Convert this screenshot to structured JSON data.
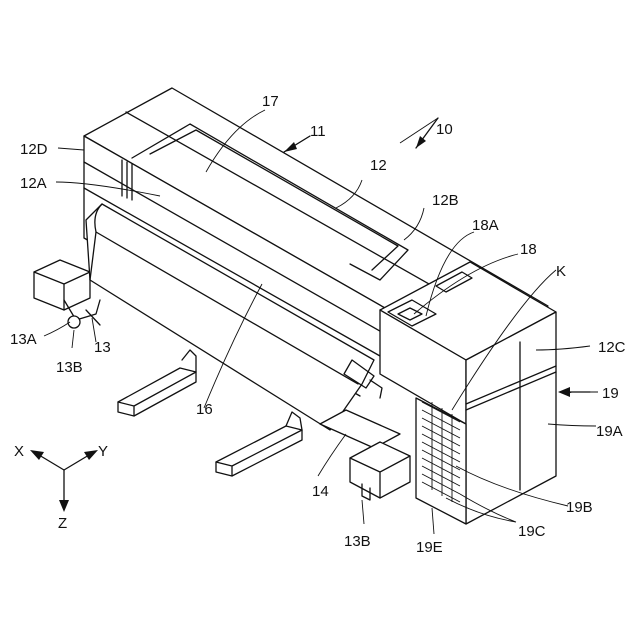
{
  "labels": {
    "printer": "10",
    "body": "11",
    "housing": "12",
    "housing_a": "12A",
    "housing_b": "12B",
    "housing_c": "12C",
    "housing_d": "12D",
    "leg": "13",
    "foot_a": "13A",
    "caster_left": "13B",
    "caster_right": "13B",
    "crossbar": "14",
    "roll": "16",
    "top_cover": "17",
    "panel": "18",
    "panel_a": "18A",
    "cabinet": "19",
    "cabinet_a": "19A",
    "cabinet_b": "19B",
    "cabinet_c": "19C",
    "cabinet_e": "19E",
    "label_k": "K"
  },
  "axes": {
    "x": "X",
    "y": "Y",
    "z": "Z"
  }
}
